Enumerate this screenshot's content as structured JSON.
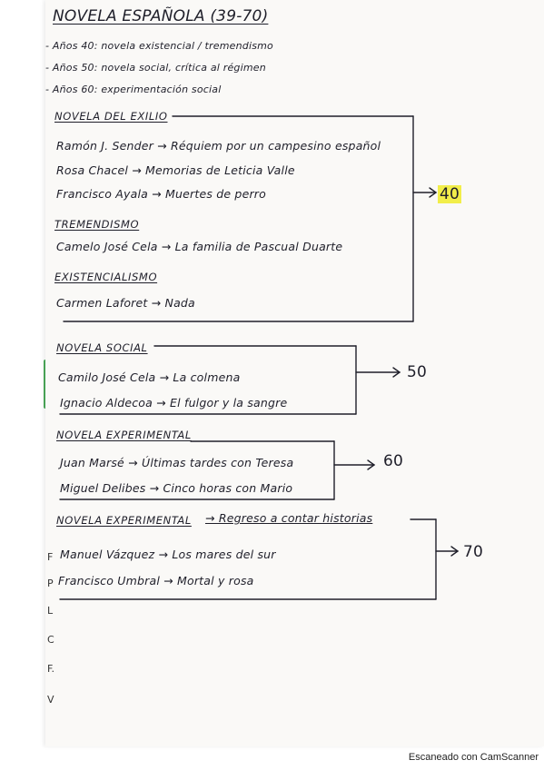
{
  "title": "NOVELA ESPAÑOLA (39-70)",
  "intro": [
    "- Años 40: novela existencial / tremendismo",
    "- Años 50: novela social, crítica al régimen",
    "- Años 60: experimentación social"
  ],
  "sections": {
    "exilio": {
      "heading": "NOVELA DEL EXILIO",
      "entries": [
        "Ramón J. Sender → Réquiem por un campesino español",
        "Rosa Chacel → Memorias de Leticia Valle",
        "Francisco Ayala → Muertes de perro"
      ]
    },
    "tremendismo": {
      "heading": "TREMENDISMO",
      "entries": [
        "Camelo José Cela → La familia de Pascual Duarte"
      ]
    },
    "existencialismo": {
      "heading": "EXISTENCIALISMO",
      "entries": [
        "Carmen Laforet → Nada"
      ]
    },
    "social": {
      "heading": "NOVELA SOCIAL",
      "entries": [
        "Camilo José Cela → La colmena",
        "Ignacio Aldecoa → El fulgor y la sangre"
      ]
    },
    "experimental1": {
      "heading": "NOVELA EXPERIMENTAL",
      "entries": [
        "Juan Marsé → Últimas tardes con Teresa",
        "Miguel Delibes → Cinco horas con Mario"
      ]
    },
    "experimental2": {
      "heading": "NOVELA EXPERIMENTAL",
      "extra": "→ Regreso a contar historias",
      "entries": [
        "Manuel Vázquez → Los mares del sur",
        "Francisco Umbral → Mortal y rosa"
      ]
    }
  },
  "eras": {
    "e40": "40",
    "e50": "50",
    "e60": "60",
    "e70": "70"
  },
  "margin_marks": [
    "F",
    "P",
    "L",
    "C",
    "F.",
    "V"
  ],
  "scanner_label": "Escaneado con CamScanner",
  "colors": {
    "highlight": "#f2ee4a",
    "ink": "#1f1f2a",
    "green_tab": "#4caa5a"
  }
}
